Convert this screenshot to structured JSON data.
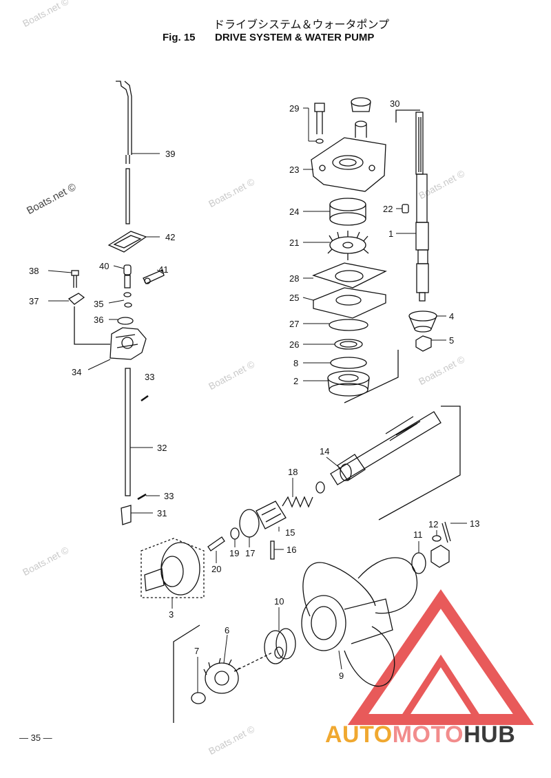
{
  "header": {
    "title_jp": "ドライブシステム＆ウォータポンプ",
    "fig_label": "Fig. 15",
    "fig_title": "DRIVE SYSTEM & WATER PUMP"
  },
  "watermarks": [
    "Boats.net ©",
    "Boats.net ©",
    "Boats.net ©",
    "Boats.net ©",
    "Boats.net ©",
    "Boats.net ©",
    "Boats.net ©",
    "Boats.net ©"
  ],
  "page_number": "— 35 —",
  "brand": {
    "part1": "AUTO",
    "part2": "MOTO",
    "part3": "HUB"
  },
  "colors": {
    "line": "#111111",
    "watermark": "#c9c9c9",
    "brand_orange": "#f0a830",
    "brand_pink": "#f28c8c",
    "brand_dark": "#3a3a3a",
    "logo_red": "#e85a5a"
  },
  "parts": [
    {
      "id": "p39",
      "label": "39"
    },
    {
      "id": "p42",
      "label": "42"
    },
    {
      "id": "p40",
      "label": "40"
    },
    {
      "id": "p41",
      "label": "41"
    },
    {
      "id": "p38",
      "label": "38"
    },
    {
      "id": "p37",
      "label": "37"
    },
    {
      "id": "p35",
      "label": "35"
    },
    {
      "id": "p36",
      "label": "36"
    },
    {
      "id": "p34",
      "label": "34"
    },
    {
      "id": "p33a",
      "label": "33"
    },
    {
      "id": "p32",
      "label": "32"
    },
    {
      "id": "p33b",
      "label": "33"
    },
    {
      "id": "p31",
      "label": "31"
    },
    {
      "id": "p29",
      "label": "29"
    },
    {
      "id": "p30",
      "label": "30"
    },
    {
      "id": "p23",
      "label": "23"
    },
    {
      "id": "p24",
      "label": "24"
    },
    {
      "id": "p22",
      "label": "22"
    },
    {
      "id": "p1",
      "label": "1"
    },
    {
      "id": "p21",
      "label": "21"
    },
    {
      "id": "p28",
      "label": "28"
    },
    {
      "id": "p25",
      "label": "25"
    },
    {
      "id": "p4",
      "label": "4"
    },
    {
      "id": "p27",
      "label": "27"
    },
    {
      "id": "p5",
      "label": "5"
    },
    {
      "id": "p26",
      "label": "26"
    },
    {
      "id": "p8",
      "label": "8"
    },
    {
      "id": "p2",
      "label": "2"
    },
    {
      "id": "p14",
      "label": "14"
    },
    {
      "id": "p18",
      "label": "18"
    },
    {
      "id": "p15",
      "label": "15"
    },
    {
      "id": "p16",
      "label": "16"
    },
    {
      "id": "p17",
      "label": "17"
    },
    {
      "id": "p19",
      "label": "19"
    },
    {
      "id": "p20",
      "label": "20"
    },
    {
      "id": "p12",
      "label": "12"
    },
    {
      "id": "p13",
      "label": "13"
    },
    {
      "id": "p11",
      "label": "11"
    },
    {
      "id": "p3",
      "label": "3"
    },
    {
      "id": "p10",
      "label": "10"
    },
    {
      "id": "p6",
      "label": "6"
    },
    {
      "id": "p7",
      "label": "7"
    },
    {
      "id": "p9",
      "label": "9"
    }
  ]
}
